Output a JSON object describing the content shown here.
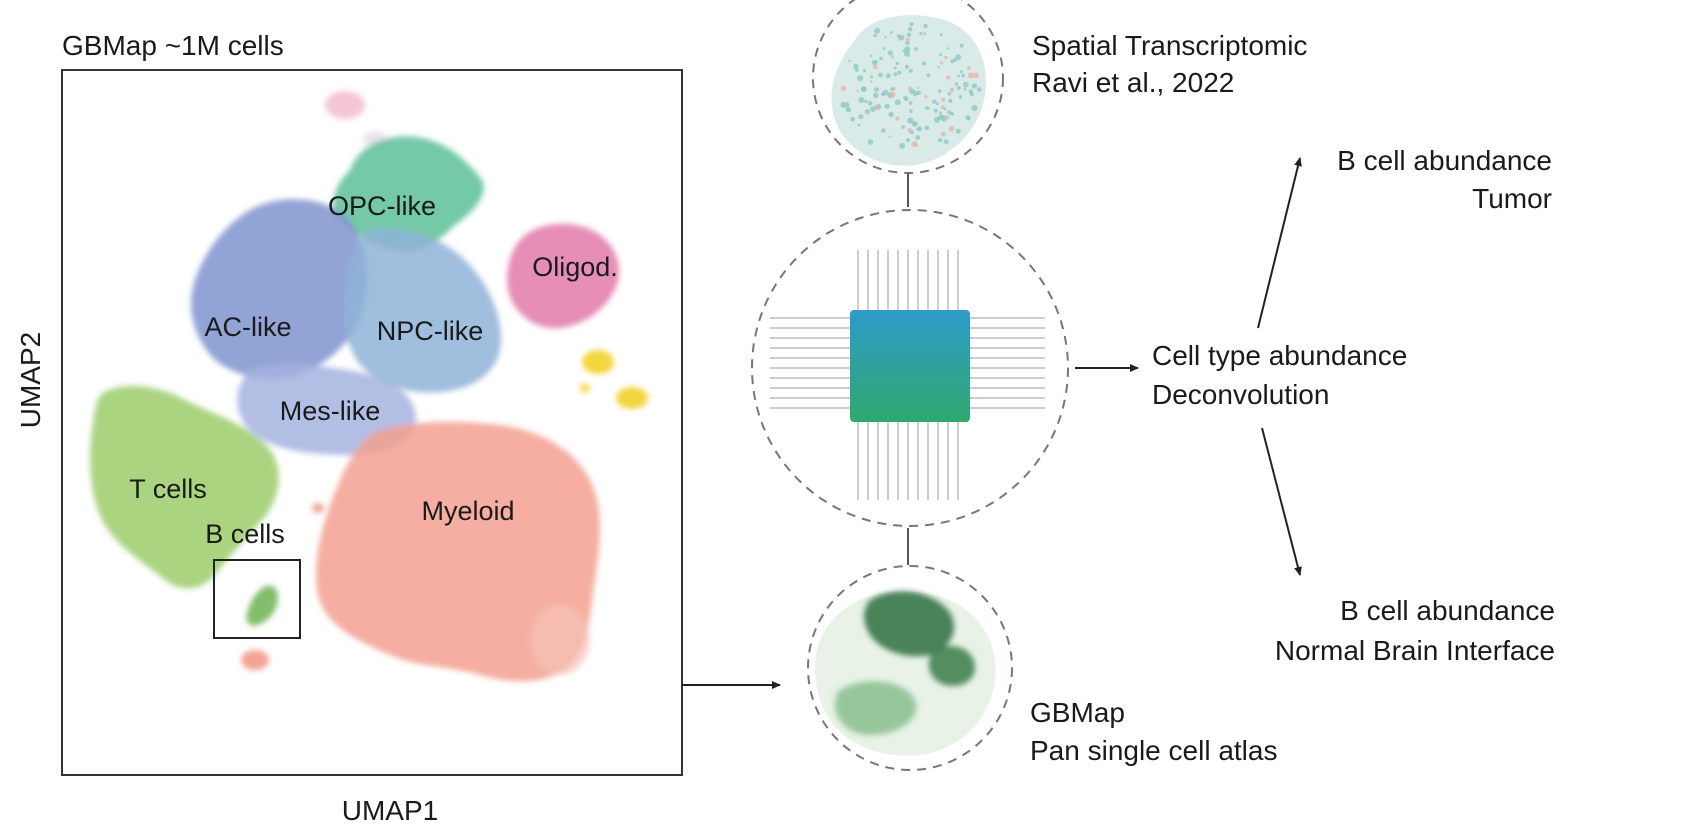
{
  "umap": {
    "title": "GBMap ~1M cells",
    "xlabel": "UMAP1",
    "ylabel": "UMAP2",
    "clusters": [
      {
        "key": "opc",
        "label": "OPC-like",
        "color": "#5cbf97"
      },
      {
        "key": "oligod",
        "label": "Oligod.",
        "color": "#e27aa8"
      },
      {
        "key": "ac",
        "label": "AC-like",
        "color": "#7f93cf"
      },
      {
        "key": "npc",
        "label": "NPC-like",
        "color": "#8fb3d8"
      },
      {
        "key": "mes",
        "label": "Mes-like",
        "color": "#a6b3e0"
      },
      {
        "key": "tcells",
        "label": "T cells",
        "color": "#9ccd6b"
      },
      {
        "key": "bcells",
        "label": "B cells",
        "color": "#76b85b"
      },
      {
        "key": "myeloid",
        "label": "Myeloid",
        "color": "#f3a090"
      }
    ]
  },
  "spatial": {
    "line1": "Spatial Transcriptomic",
    "line2": "Ravi et al., 2022"
  },
  "gbmap": {
    "line1": "GBMap",
    "line2": "Pan single cell atlas"
  },
  "center": {
    "line1": "Cell type abundance",
    "line2": "Deconvolution"
  },
  "tumor": {
    "line1": "B cell abundance",
    "line2": "Tumor"
  },
  "normal": {
    "line1": "B cell abundance",
    "line2": "Normal Brain Interface"
  },
  "colors": {
    "chip_top": "#2e9bc9",
    "chip_bottom": "#2fa86e",
    "spatial_dots": "#8ec9c4",
    "atlas_dots": "#3f8f55"
  }
}
